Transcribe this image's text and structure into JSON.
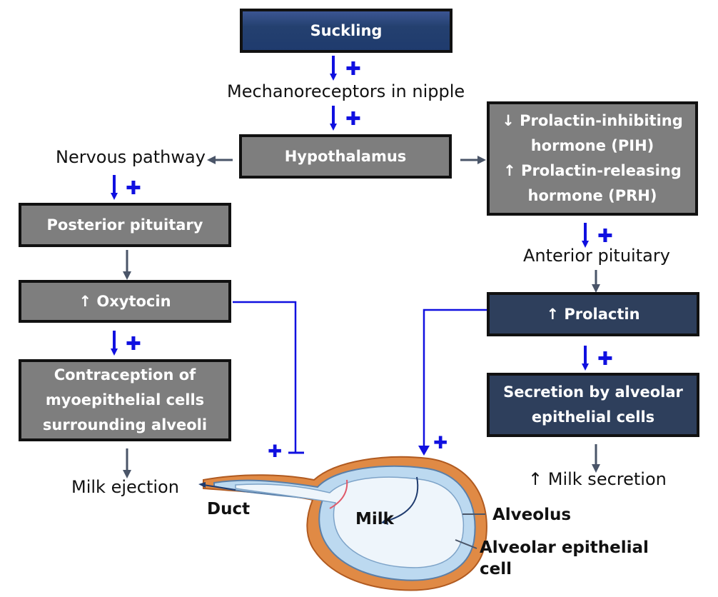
{
  "boxes": {
    "suckling": "Suckling",
    "hypothalamus": "Hypothalamus",
    "pih_line1": "↓ Prolactin-inhibiting",
    "pih_line2": "hormone (PIH)",
    "prh_line1": "↑ Prolactin-releasing",
    "prh_line2": "hormone (PRH)",
    "posterior_pituitary": "Posterior pituitary",
    "oxytocin": "↑ Oxytocin",
    "contraction_line1": "Contraception of",
    "contraction_line2": "myoepithelial cells",
    "contraction_line3": "surrounding alveoli",
    "prolactin": "↑ Prolactin",
    "secretion_line1": "Secretion by alveolar",
    "secretion_line2": "epithelial cells"
  },
  "labels": {
    "mechanoreceptors": "Mechanoreceptors in nipple",
    "nervous_pathway": "Nervous pathway",
    "anterior_pituitary": "Anterior pituitary",
    "milk_ejection": "Milk ejection",
    "milk_secretion": "↑ Milk secretion"
  },
  "anatomy": {
    "duct": "Duct",
    "milk": "Milk",
    "alveolus": "Alveolus",
    "epithelial_line1": "Alveolar epithelial",
    "epithelial_line2": "cell"
  },
  "colors": {
    "stimulation": "#1010e0",
    "arrow_gray": "#4a5568",
    "box_navy": "#24406f",
    "box_dark": "#2e3f5c",
    "box_gray": "#7e7e7e"
  }
}
